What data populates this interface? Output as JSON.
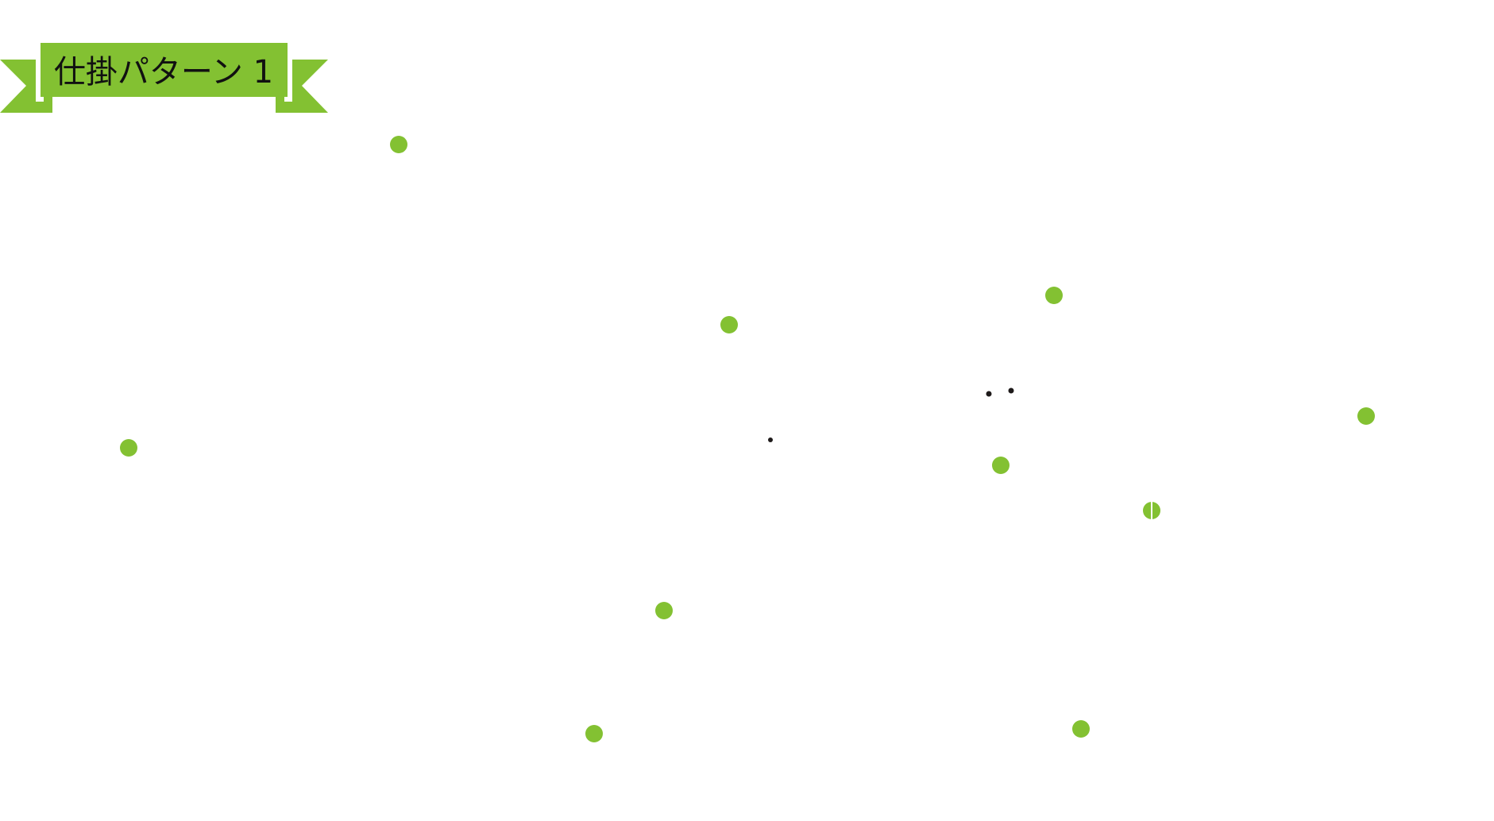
{
  "banner": {
    "title": "仕掛パターン 1",
    "color": "#83c132"
  },
  "markers": {
    "accent_color": "#83c132",
    "dot_color": "#1e1a1a",
    "large": [
      {
        "name": "green-dot-1"
      },
      {
        "name": "green-dot-2"
      },
      {
        "name": "green-dot-3"
      },
      {
        "name": "green-dot-4"
      },
      {
        "name": "green-dot-5"
      },
      {
        "name": "green-dot-6"
      },
      {
        "name": "green-dot-7"
      },
      {
        "name": "green-dot-8"
      },
      {
        "name": "green-dot-9"
      },
      {
        "name": "green-dot-10"
      },
      {
        "name": "green-dot-11"
      }
    ],
    "small": [
      {
        "name": "black-dot-1"
      },
      {
        "name": "black-dot-2"
      },
      {
        "name": "black-dot-3"
      }
    ]
  }
}
